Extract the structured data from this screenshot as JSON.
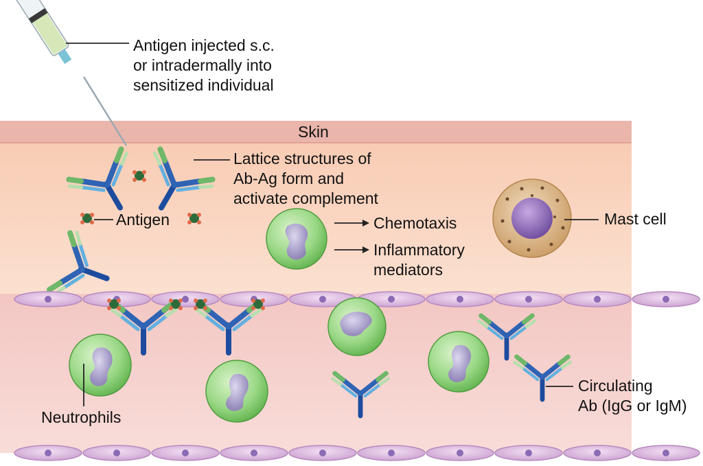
{
  "labels": {
    "antigen_injected": [
      "Antigen injected s.c.",
      "or intradermally into",
      "sensitized individual"
    ],
    "skin": "Skin",
    "lattice": [
      "Lattice structures of",
      "Ab-Ag form and",
      "activate complement"
    ],
    "antigen": "Antigen",
    "chemotaxis": "Chemotaxis",
    "inflammatory": [
      "Inflammatory",
      "mediators"
    ],
    "mast_cell": "Mast cell",
    "neutrophils": "Neutrophils",
    "circulating": [
      "Circulating",
      "Ab (IgG or IgM)"
    ]
  },
  "colors": {
    "skin_band": "#eab5ab",
    "tissue": "#f9d2be",
    "vessel": "#f5cfcc",
    "antibody_blue": "#2f63b4",
    "antibody_green": "#6fb86a",
    "neutrophil": "#7fcf6d",
    "nucleus": "#9186b8",
    "mast_cell": "#d8b07c",
    "mast_nucleus": "#7b5aa8",
    "endothelial": "#d8b3dc"
  }
}
